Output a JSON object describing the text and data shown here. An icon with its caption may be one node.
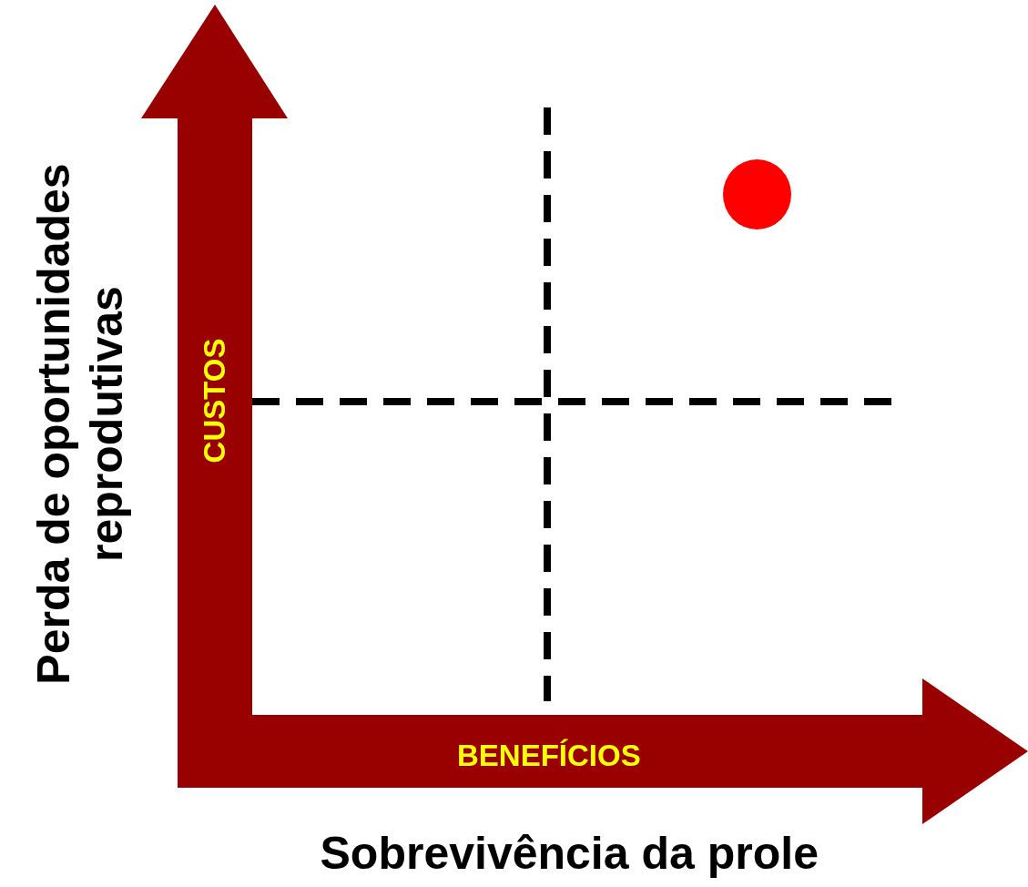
{
  "diagram": {
    "nodes": [
      {
        "text": [],
        "shape": "circle"
      }
    ],
    "labels": [
      "Perda de oportunidades reprodutivas",
      "CUSTOS",
      "BENEFÍCIOS",
      "Sobrevivência da prole"
    ]
  }
}
